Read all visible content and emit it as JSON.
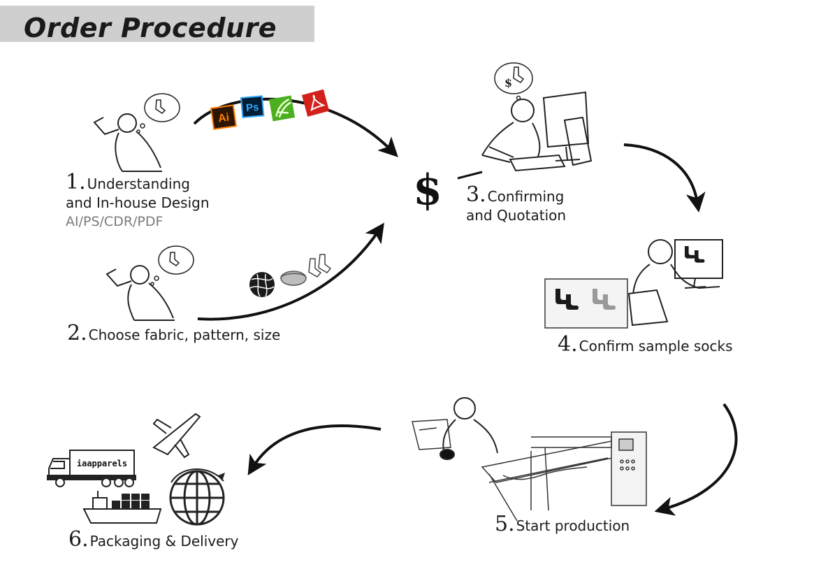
{
  "title": "Order Procedure",
  "software_badges": [
    "Ai",
    "Ps",
    "",
    ""
  ],
  "dollar_sign": "$",
  "truck_label": "iaapparels",
  "steps": [
    {
      "num": "1.",
      "line1": "Understanding",
      "line2": "and In-house Design",
      "formats": "AI/PS/CDR/PDF"
    },
    {
      "num": "2.",
      "line1": "Choose fabric, pattern, size"
    },
    {
      "num": "3.",
      "line1": "Confirming",
      "line2": "and Quotation"
    },
    {
      "num": "4.",
      "line1": "Confirm sample socks"
    },
    {
      "num": "5.",
      "line1": "Start production"
    },
    {
      "num": "6.",
      "line1": "Packaging & Delivery"
    }
  ],
  "colors": {
    "title_bar": "#cfcfcf",
    "ai_badge": "#2b1400",
    "ai_text": "#ff7c00",
    "ps_badge": "#001d34",
    "ps_text": "#31a8ff",
    "cdr_badge": "#4caf1f",
    "pdf_badge": "#d2201a"
  },
  "icons": [
    "person-thinking-icon",
    "sock-thought-icon",
    "dollar-icon",
    "computer-icon",
    "yarn-icon",
    "fabric-roll-icon",
    "socks-icon",
    "knitting-machine-icon",
    "truck-icon",
    "airplane-icon",
    "ship-icon",
    "globe-icon"
  ]
}
